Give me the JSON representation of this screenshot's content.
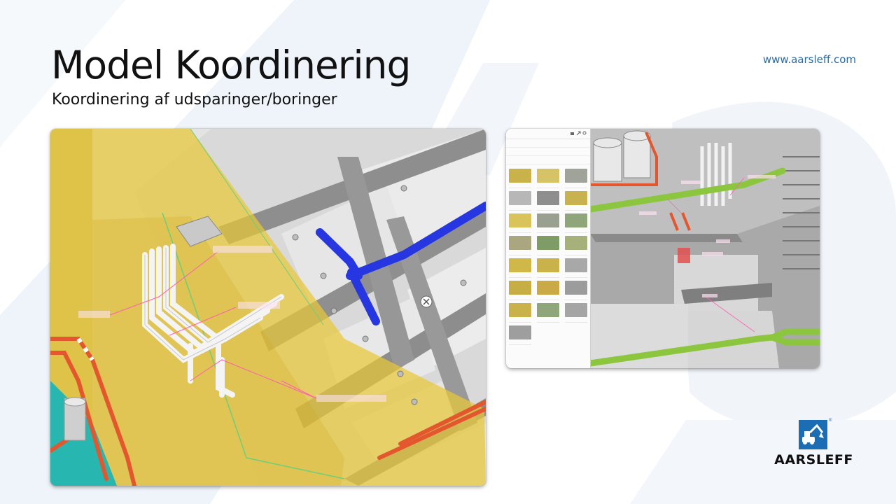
{
  "slide": {
    "title": "Model Koordinering",
    "subtitle": "Koordinering af udsparinger/boringer",
    "url": "www.aarsleff.com"
  },
  "brand": {
    "name": "AARSLEFF",
    "registered_mark": "®",
    "logo_icon": "excavator-icon",
    "color_blue": "#1b6db4",
    "color_background_shape": "#eef4fa"
  },
  "screenshots": {
    "left_view": {
      "close_icon": "close-circle-icon",
      "pipe_colors": [
        "#2636e0",
        "#e4572e",
        "#d8d8d8"
      ],
      "highlight_color": "#e8c838"
    },
    "right_view": {
      "pipe_colors": [
        "#8cc63f",
        "#e4572e"
      ],
      "sidebar_icons": [
        "folder-icon",
        "share-icon",
        "search-icon"
      ]
    }
  }
}
